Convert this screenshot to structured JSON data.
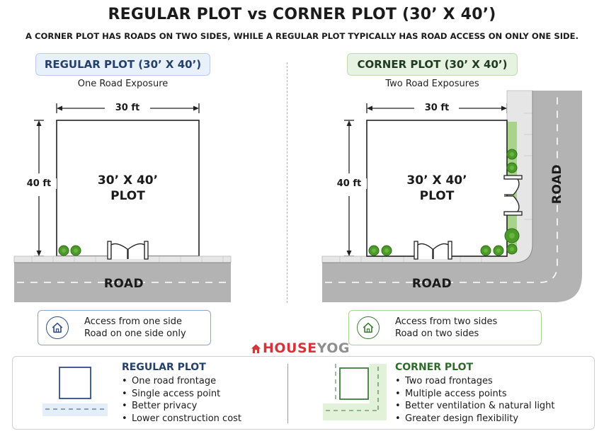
{
  "header": {
    "title": "REGULAR PLOT vs CORNER PLOT (30’ X 40’)",
    "subtitle": "A CORNER PLOT HAS ROADS ON TWO SIDES, WHILE A REGULAR PLOT TYPICALLY HAS ROAD ACCESS ON ONLY ONE SIDE."
  },
  "regular": {
    "pill": "REGULAR PLOT (30’ X 40’)",
    "exposure": "One Road Exposure",
    "width_label": "30 ft",
    "height_label": "40 ft",
    "plot_line1": "30’ X 40’",
    "plot_line2": "PLOT",
    "road_label": "ROAD",
    "access_line1": "Access from one side",
    "access_line2": "Road on one side only"
  },
  "corner": {
    "pill": "CORNER PLOT (30’ X 40’)",
    "exposure": "Two Road Exposures",
    "width_label": "30 ft",
    "height_label": "40 ft",
    "plot_line1": "30’ X 40’",
    "plot_line2": "PLOT",
    "road_label_bottom": "ROAD",
    "road_label_side": "ROAD",
    "access_line1": "Access from two sides",
    "access_line2": "Road on two sides"
  },
  "brand": {
    "part1": "HOUSE",
    "part2": "YOG"
  },
  "summary": {
    "regular_title": "REGULAR PLOT",
    "regular_points": [
      "One road frontage",
      "Single access point",
      "Better privacy",
      "Lower construction cost"
    ],
    "corner_title": "CORNER PLOT",
    "corner_points": [
      "Two road frontages",
      "Multiple access points",
      "Better ventilation & natural light",
      "Greater design flexibility"
    ]
  },
  "colors": {
    "accent_blue": "#24406b",
    "accent_green": "#2e6b2b",
    "road_gray": "#b3b3b3",
    "tree_green": "#4c9a2a",
    "brand_red": "#d8323a"
  },
  "icons": {
    "home": "home-icon",
    "tree": "tree-icon",
    "gate": "gate-icon"
  }
}
